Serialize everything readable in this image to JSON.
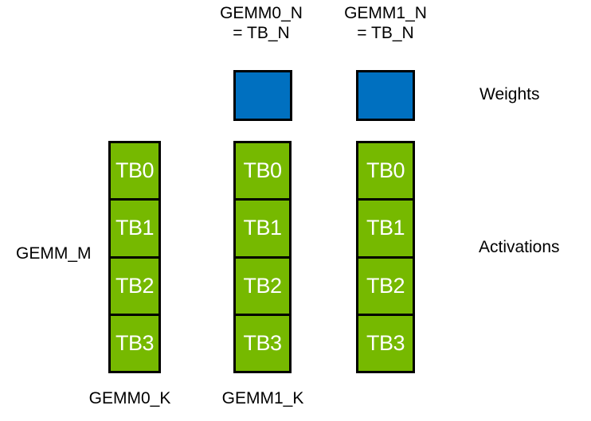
{
  "diagram": {
    "top_labels": [
      {
        "line1": "GEMM0_N",
        "line2": "= TB_N"
      },
      {
        "line1": "GEMM1_N",
        "line2": "= TB_N"
      }
    ],
    "side_labels": {
      "weights": "Weights",
      "gemm_m": "GEMM_M",
      "activations": "Activations"
    },
    "bottom_labels": [
      "GEMM0_K",
      "GEMM1_K"
    ],
    "columns": [
      {
        "cells": [
          "TB0",
          "TB1",
          "TB2",
          "TB3"
        ]
      },
      {
        "cells": [
          "TB0",
          "TB1",
          "TB2",
          "TB3"
        ]
      },
      {
        "cells": [
          "TB0",
          "TB1",
          "TB2",
          "TB3"
        ]
      }
    ],
    "colors": {
      "weights_fill": "#0070C0",
      "activations_fill": "#76B900",
      "border": "#000000",
      "cell_text": "#FFFFFF"
    }
  }
}
